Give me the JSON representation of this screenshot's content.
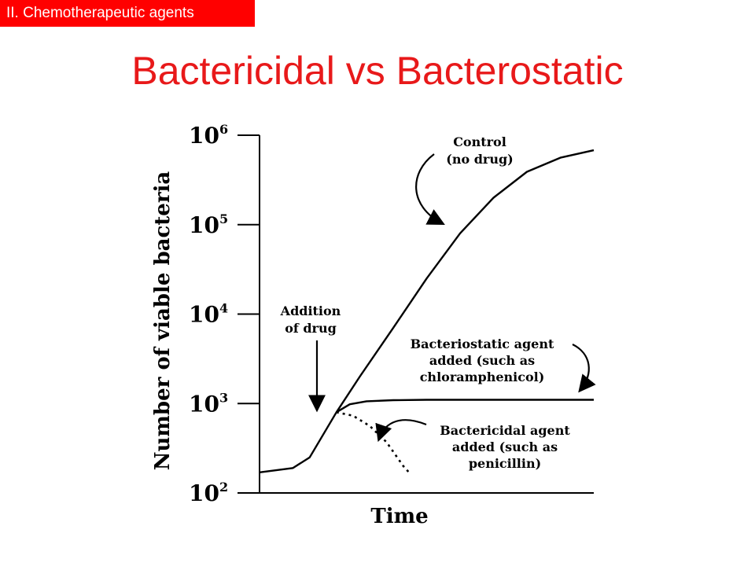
{
  "header": {
    "section_tag": "II. Chemotherapeutic agents",
    "title": "Bactericidal vs Bacterostatic"
  },
  "colors": {
    "accent": "#ff0000",
    "title": "#e8191a",
    "ink": "#000000"
  },
  "chart_data": {
    "type": "line",
    "xlabel": "Time",
    "ylabel": "Number of viable bacteria",
    "yscale": "log",
    "ylim": [
      100,
      1000000
    ],
    "xlim": [
      0,
      10
    ],
    "x_ticks_labeled": false,
    "y_ticks": [
      {
        "base": "10",
        "exp": "2",
        "value": 100
      },
      {
        "base": "10",
        "exp": "3",
        "value": 1000
      },
      {
        "base": "10",
        "exp": "4",
        "value": 10000
      },
      {
        "base": "10",
        "exp": "5",
        "value": 100000
      },
      {
        "base": "10",
        "exp": "6",
        "value": 1000000
      }
    ],
    "grid": false,
    "legend": "none",
    "series": [
      {
        "style": "solid",
        "x": [
          0,
          1.0,
          1.5,
          2.3,
          3.0,
          4.0,
          5.0,
          6.0,
          7.0,
          8.0,
          9.0,
          10.0
        ],
        "y": [
          170,
          190,
          250,
          800,
          2000,
          7000,
          25000,
          80000,
          200000,
          390000,
          560000,
          680000
        ]
      },
      {
        "style": "solid",
        "x": [
          2.3,
          2.7,
          3.2,
          4.0,
          5.0,
          6.0,
          7.0,
          8.0,
          9.0,
          10.0
        ],
        "y": [
          800,
          980,
          1060,
          1090,
          1100,
          1100,
          1100,
          1100,
          1100,
          1100
        ]
      },
      {
        "style": "dotted",
        "x": [
          2.3,
          2.8,
          3.3,
          3.8,
          4.3,
          4.5
        ],
        "y": [
          800,
          730,
          560,
          370,
          200,
          165
        ]
      }
    ],
    "annotations": [
      {
        "id": "control",
        "lines": [
          "Control",
          "(no drug)"
        ]
      },
      {
        "id": "addition",
        "lines": [
          "Addition",
          "of drug"
        ]
      },
      {
        "id": "bacteriostatic",
        "lines": [
          "Bacteriostatic agent",
          "added (such as",
          "chloramphenicol)"
        ]
      },
      {
        "id": "bactericidal",
        "lines": [
          "Bactericidal agent",
          "added (such as",
          "penicillin)"
        ]
      }
    ]
  }
}
